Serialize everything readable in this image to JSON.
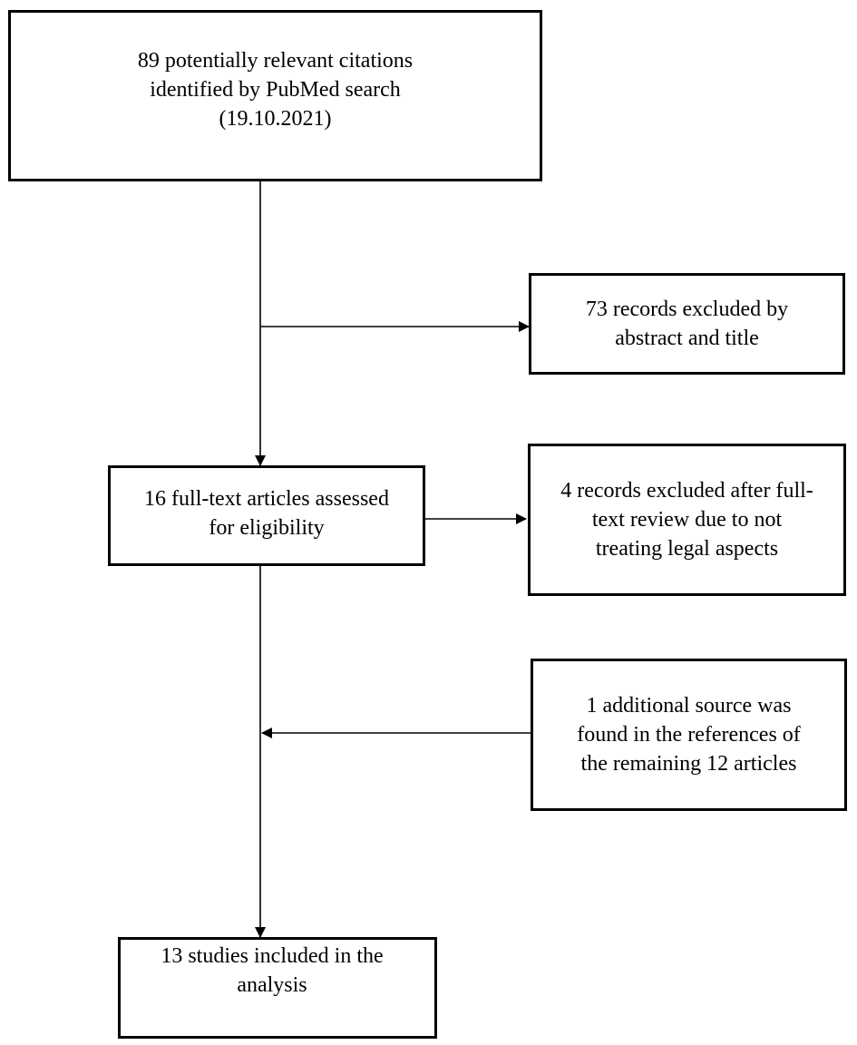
{
  "boxes": {
    "identified": {
      "lines": [
        "89 potentially relevant citations",
        "identified by PubMed search",
        "(19.10.2021)"
      ]
    },
    "excluded_abstract": {
      "lines": [
        "73 records excluded by",
        "abstract and title"
      ]
    },
    "fulltext": {
      "lines": [
        "16 full-text articles assessed",
        "for eligibility"
      ]
    },
    "excluded_fulltext": {
      "lines": [
        "4 records excluded after full-",
        "text review due to not",
        "treating legal aspects"
      ]
    },
    "additional": {
      "lines": [
        "1 additional source was",
        "found in the references of",
        "the remaining 12 articles"
      ]
    },
    "included": {
      "lines": [
        "13 studies included in the",
        "analysis"
      ]
    }
  }
}
